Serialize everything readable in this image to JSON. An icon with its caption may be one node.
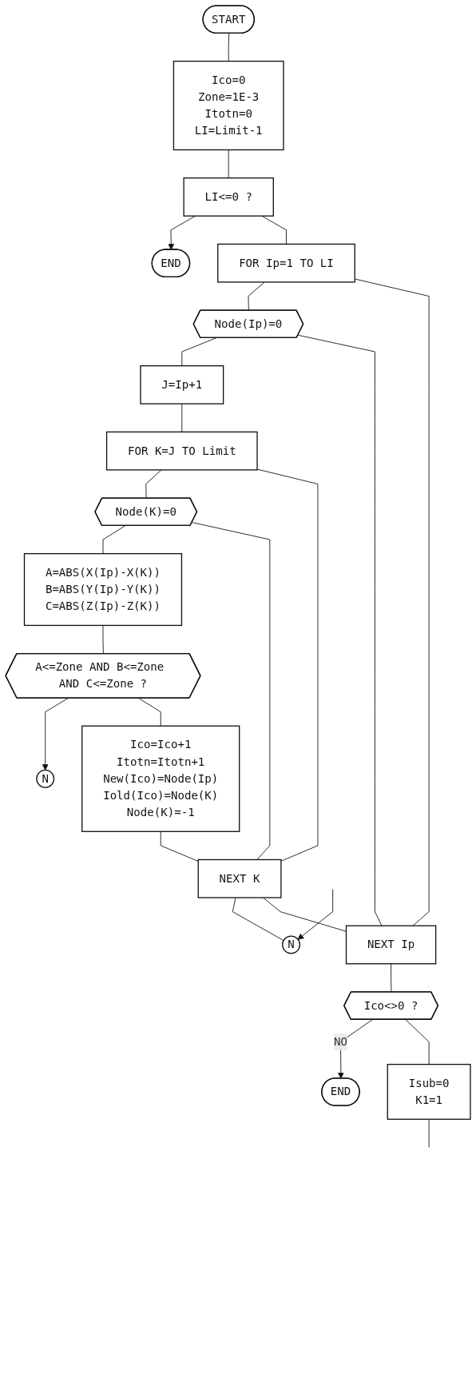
{
  "diagram": {
    "nodes": [
      {
        "text": [
          "START"
        ]
      },
      {
        "text": [
          "Ico=0",
          "Zone=1E-3",
          "Itotn=0",
          "LI=Limit-1"
        ]
      },
      {
        "text": [
          "LI<=0 ?"
        ]
      },
      {
        "text": [
          "END"
        ]
      },
      {
        "text": [
          "FOR Ip=1 TO LI"
        ]
      },
      {
        "text": [
          "Node(Ip)=0"
        ]
      },
      {
        "text": [
          "J=Ip+1"
        ]
      },
      {
        "text": [
          "FOR K=J TO Limit"
        ]
      },
      {
        "text": [
          "Node(K)=0"
        ]
      },
      {
        "text": [
          "A=ABS(X(Ip)-X(K))",
          "B=ABS(Y(Ip)-Y(K))",
          "C=ABS(Z(Ip)-Z(K))"
        ]
      },
      {
        "text": [
          "N"
        ]
      },
      {
        "text": [
          "A<=Zone AND B<=Zone AND C<=Zone ?"
        ]
      },
      {
        "text": [
          "Ico=Ico+1",
          "Itotn=Itotn+1",
          "New(Ico)=Node(Ip)",
          "Iold(Ico)=Node(K)",
          "Node(K)=-1"
        ]
      },
      {
        "text": [
          "NEXT K"
        ]
      },
      {
        "text": [
          "N"
        ]
      },
      {
        "text": [
          "NEXT Ip"
        ]
      },
      {
        "text": [
          "Ico<>0 ?"
        ]
      },
      {
        "text": [
          "END"
        ]
      },
      {
        "text": [
          "Isub=0",
          "K1=1"
        ]
      }
    ],
    "edges": [
      {
        "from": 0,
        "to": 1,
        "arrow": "none"
      },
      {
        "from": 1,
        "to": 2,
        "arrow": "none"
      },
      {
        "from": 2,
        "to": 3,
        "arrow": "to"
      },
      {
        "from": 2,
        "to": 4,
        "arrow": "none"
      },
      {
        "from": 4,
        "to": 5,
        "arrow": "none"
      },
      {
        "from": 5,
        "to": 6,
        "arrow": "none"
      },
      {
        "from": 6,
        "to": 7,
        "arrow": "none"
      },
      {
        "from": 7,
        "to": 8,
        "arrow": "none"
      },
      {
        "from": 8,
        "to": 9,
        "arrow": "none"
      },
      {
        "from": 9,
        "to": 11,
        "arrow": "none"
      },
      {
        "from": 11,
        "to": 10,
        "arrow": "to"
      },
      {
        "from": 11,
        "to": 12,
        "arrow": "none"
      },
      {
        "from": 12,
        "to": 13,
        "arrow": "none"
      },
      {
        "from": 8,
        "to": 13,
        "arrow": "none"
      },
      {
        "from": 7,
        "to": 13,
        "arrow": "none"
      },
      {
        "from": 13,
        "to": 14,
        "arrow": "none"
      },
      {
        "from": null,
        "to": 14,
        "arrow": "to"
      },
      {
        "from": 13,
        "to": 15,
        "arrow": "none"
      },
      {
        "from": 4,
        "to": 15,
        "arrow": "none"
      },
      {
        "from": 5,
        "to": 15,
        "arrow": "none"
      },
      {
        "from": 15,
        "to": 16,
        "arrow": "none"
      },
      {
        "from": 16,
        "to": 17,
        "label": "NO",
        "arrow": "to"
      },
      {
        "from": 16,
        "to": 18,
        "arrow": "none"
      },
      {
        "from": 18,
        "to": null,
        "arrow": "none"
      }
    ]
  }
}
